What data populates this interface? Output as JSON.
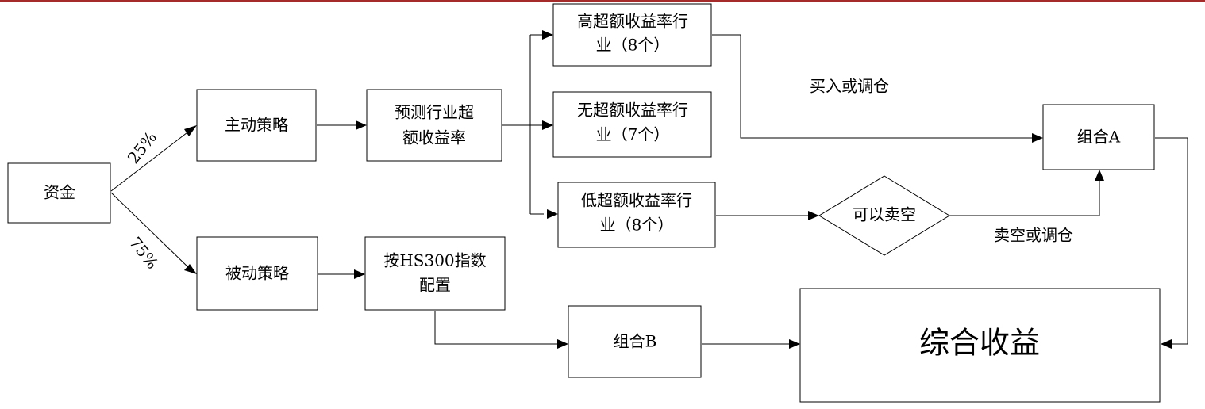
{
  "header": {
    "accent_color": "#a52a2a"
  },
  "nodes": {
    "capital": "资金",
    "active_strategy": "主动策略",
    "passive_strategy": "被动策略",
    "forecast": [
      "预测行业超",
      "额收益率"
    ],
    "hs300": [
      "按HS300指数",
      "配置"
    ],
    "high_excess": [
      "高超额收益率行",
      "业（8个）"
    ],
    "no_excess": [
      "无超额收益率行",
      "业（7个）"
    ],
    "low_excess": [
      "低超额收益率行",
      "业（8个）"
    ],
    "short_possible": "可以卖空",
    "portfolio_a": "组合A",
    "portfolio_b": "组合B",
    "total_return": "综合收益"
  },
  "edge_labels": {
    "pct_active": "25%",
    "pct_passive": "75%",
    "buy_rebalance": "买入或调仓",
    "short_rebalance": "卖空或调仓"
  }
}
